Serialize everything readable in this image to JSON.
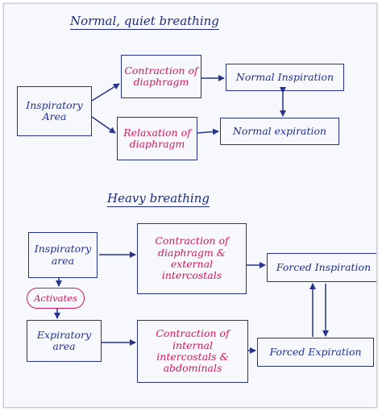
{
  "colors": {
    "ink_blue": "#1f2f93",
    "ink_red": "#d3165e",
    "paper": "#f7f8fb"
  },
  "normal": {
    "title": "Normal, quiet breathing",
    "inspiratory_area": "Inspiratory\nArea",
    "contraction": "Contraction of\ndiaphragm",
    "relaxation": "Relaxation of\ndiaphragm",
    "inspiration": "Normal Inspiration",
    "expiration": "Normal expiration"
  },
  "heavy": {
    "title": "Heavy breathing",
    "inspiratory_area": "Inspiratory\narea",
    "activates": "Activates",
    "expiratory_area": "Expiratory\narea",
    "contraction_insp": "Contraction of\ndiaphragm &\nexternal\nintercostals",
    "contraction_exp": "Contraction of\ninternal\nintercostals &\nabdominals",
    "forced_inspiration": "Forced Inspiration",
    "forced_expiration": "Forced Expiration"
  }
}
